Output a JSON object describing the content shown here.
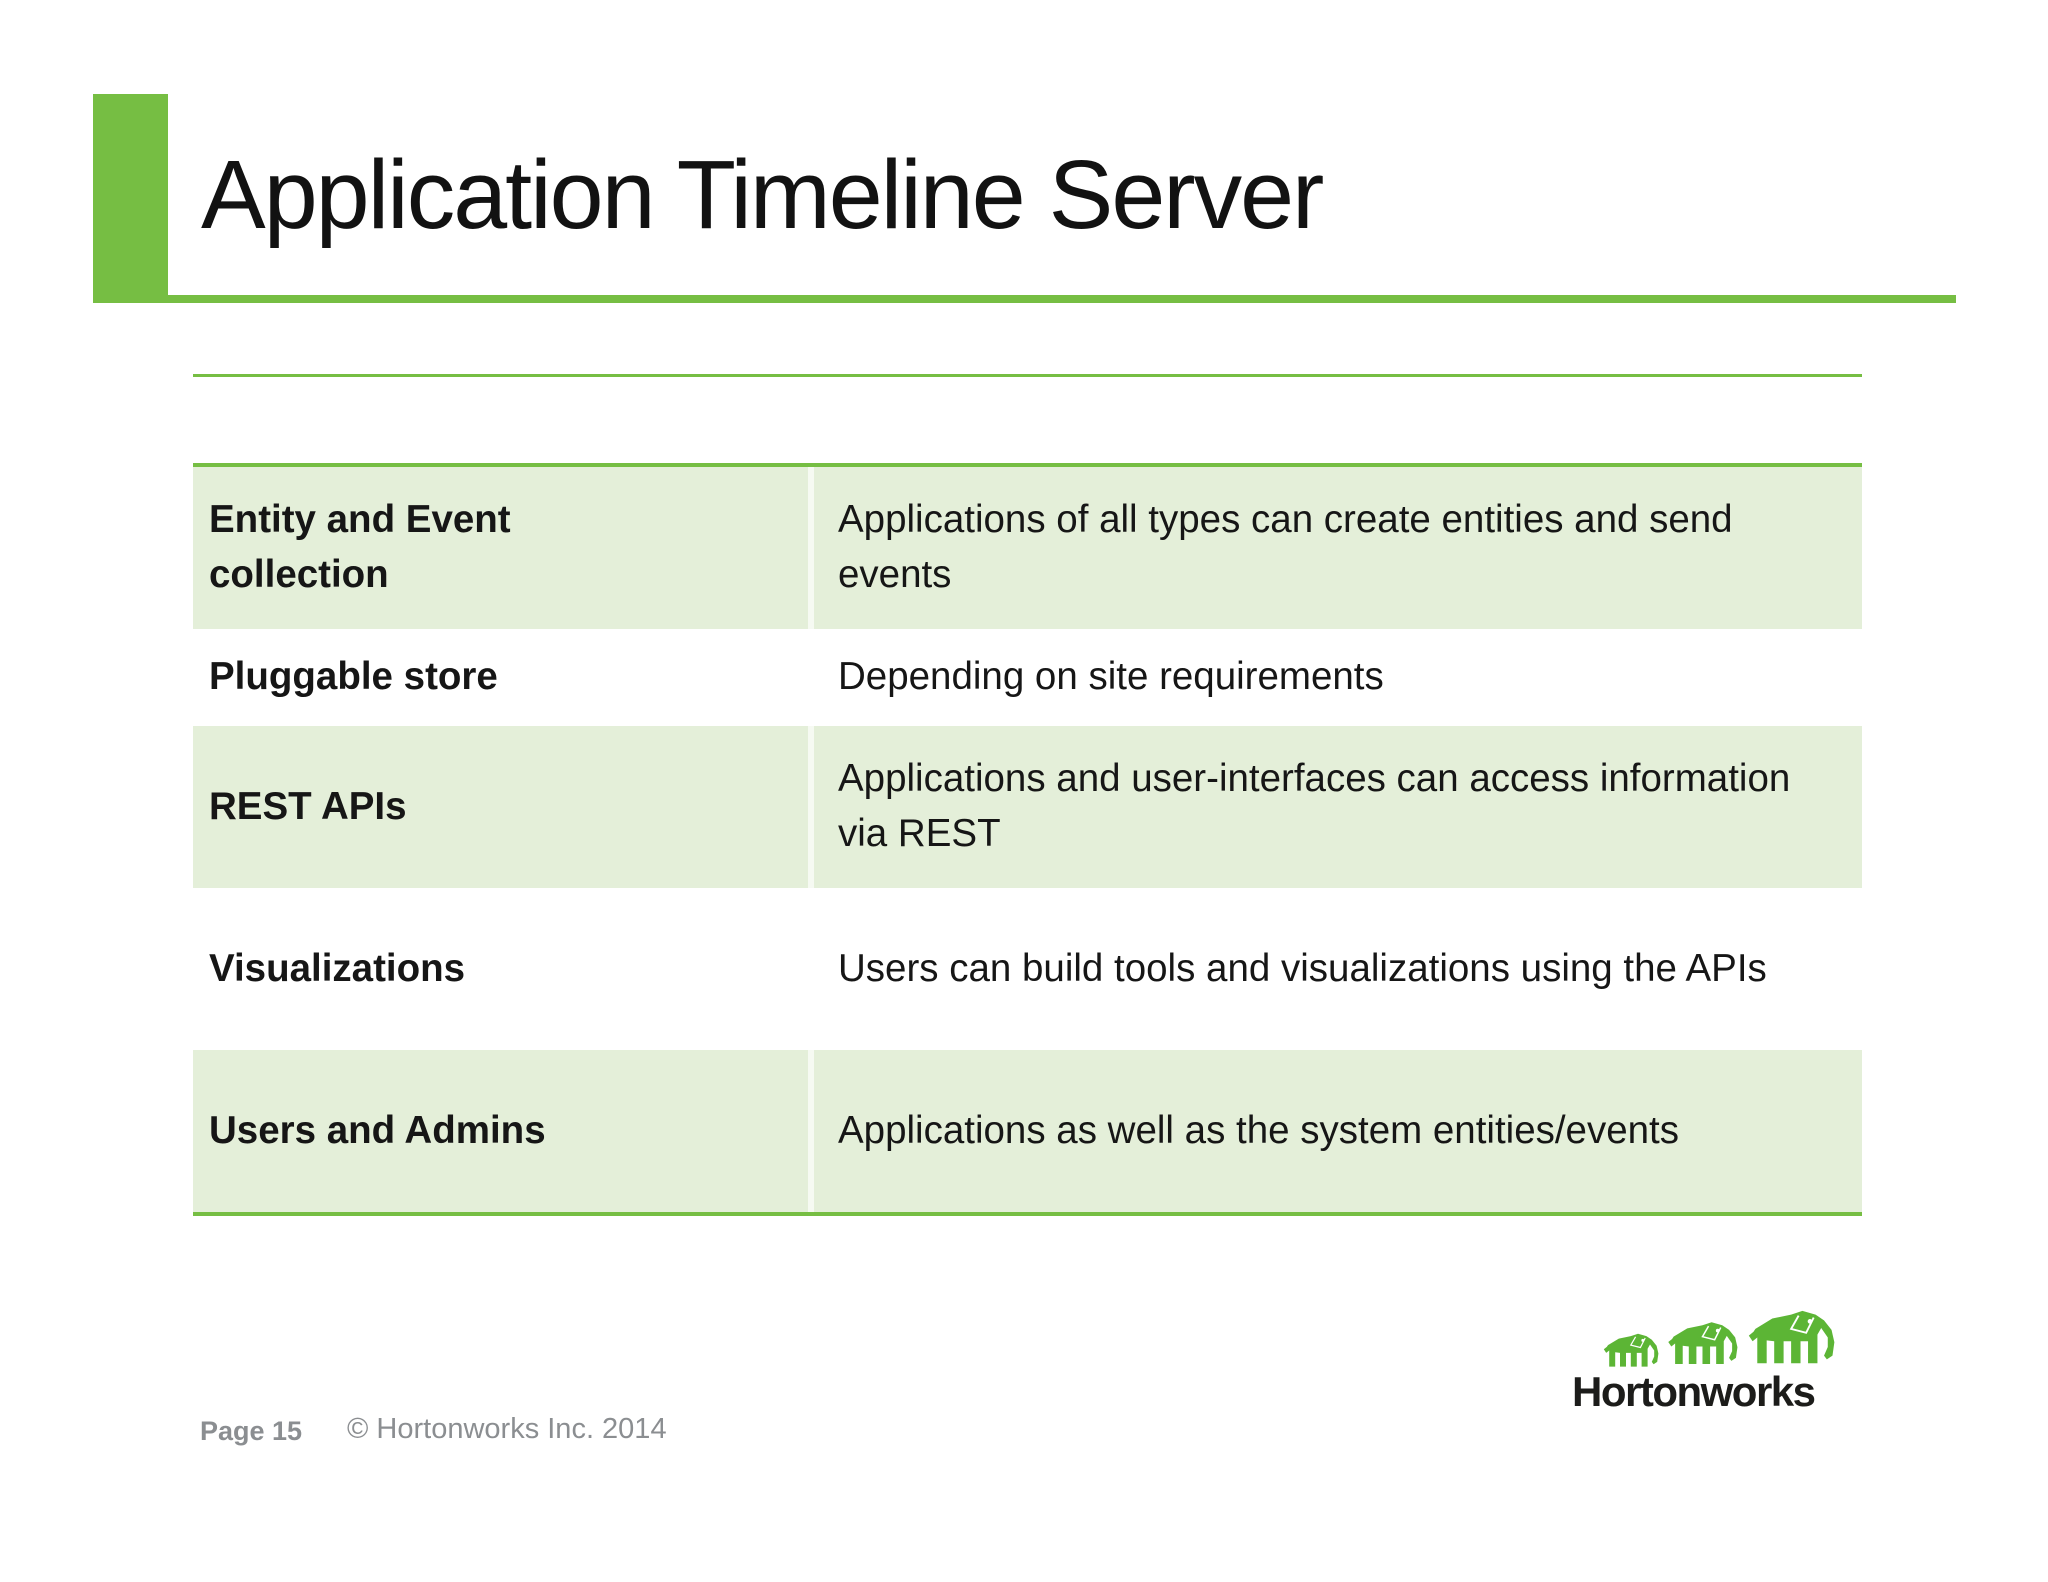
{
  "slide": {
    "title": "Application Timeline Server",
    "accent_color": "#76BE43",
    "row_bg_color": "#E4EFD9",
    "text_color": "#161616"
  },
  "table": {
    "rows": [
      {
        "label": "Entity and Event collection",
        "description": "Applications of all types can create entities and send events"
      },
      {
        "label": "Pluggable store",
        "description": "Depending on site requirements"
      },
      {
        "label": "REST APIs",
        "description": "Applications and user-interfaces can access information via REST"
      },
      {
        "label": "Visualizations",
        "description": "Users can build tools and visualizations using the APIs"
      },
      {
        "label": "Users and Admins",
        "description": "Applications as well as the system entities/events"
      }
    ]
  },
  "footer": {
    "page_label": "Page 15",
    "copyright": "© Hortonworks Inc. 2014"
  },
  "logo": {
    "text": "Hortonworks",
    "elephant_color": "#5CB535",
    "icon": "elephant-herd-icon"
  }
}
